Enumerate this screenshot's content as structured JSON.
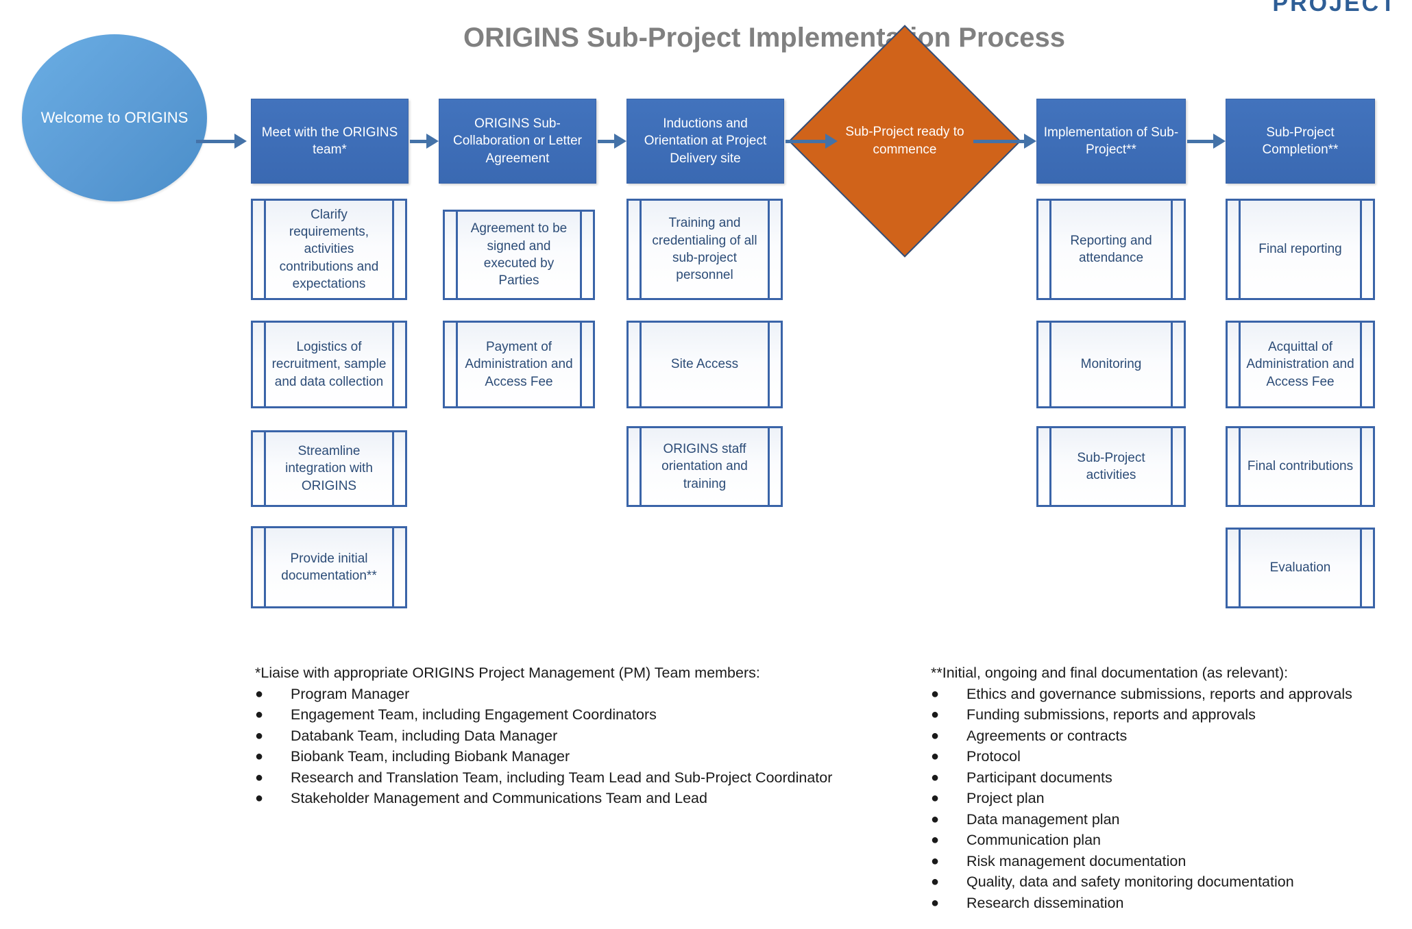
{
  "brand": {
    "logo_text": "PROJECT",
    "logo_color": "#2E5E96"
  },
  "title": "ORIGINS Sub-Project Implementation Process",
  "colors": {
    "stage_fill": "#3f6fba",
    "decision_fill": "#d0631a",
    "start_fill": "#5b9bd5",
    "sub_border": "#3a64a8",
    "arrow": "#4472a8",
    "title_text": "#808080"
  },
  "start_node": {
    "label": "Welcome to ORIGINS",
    "shape": "ellipse"
  },
  "flow": [
    {
      "id": "meet-with-origins-team",
      "shape": "process",
      "label": "Meet with the ORIGINS team*",
      "sub_steps": [
        "Clarify requirements, activities contributions and expectations",
        "Logistics of recruitment, sample and data collection",
        "Streamline integration with ORIGINS",
        "Provide initial documentation**"
      ]
    },
    {
      "id": "sub-collaboration-agreement",
      "shape": "process",
      "label": "ORIGINS Sub-Collaboration or Letter Agreement",
      "sub_steps": [
        "Agreement to be signed and executed by Parties",
        "Payment of Administration and Access Fee"
      ]
    },
    {
      "id": "inductions-and-orientation",
      "shape": "process",
      "label": "Inductions and Orientation at Project Delivery site",
      "sub_steps": [
        "Training and credentialing of all sub-project personnel",
        "Site Access",
        "ORIGINS staff orientation and training"
      ]
    },
    {
      "id": "sub-project-ready",
      "shape": "decision",
      "label": "Sub-Project ready to commence",
      "sub_steps": []
    },
    {
      "id": "implementation-of-sub-project",
      "shape": "process",
      "label": "Implementation of Sub-Project**",
      "sub_steps": [
        "Reporting and attendance",
        "Monitoring",
        "Sub-Project activities"
      ]
    },
    {
      "id": "sub-project-completion",
      "shape": "process",
      "label": "Sub-Project Completion**",
      "sub_steps": [
        "Final reporting",
        "Acquittal of Administration and Access Fee",
        "Final contributions",
        "Evaluation"
      ]
    }
  ],
  "footnotes": [
    {
      "id": "pm-team-members",
      "heading": "*Liaise with appropriate ORIGINS Project Management (PM) Team members:",
      "items": [
        "Program Manager",
        "Engagement Team, including Engagement Coordinators",
        "Databank Team, including Data Manager",
        "Biobank Team, including Biobank Manager",
        "Research and Translation Team, including Team Lead and Sub-Project Coordinator",
        "Stakeholder Management and Communications Team and Lead"
      ]
    },
    {
      "id": "documentation-list",
      "heading": "**Initial, ongoing and final documentation (as relevant):",
      "items": [
        "Ethics and governance submissions, reports and approvals",
        "Funding submissions, reports and approvals",
        "Agreements or contracts",
        "Protocol",
        "Participant documents",
        "Project plan",
        "Data management plan",
        "Communication plan",
        "Risk management documentation",
        "Quality, data and safety monitoring documentation",
        "Research dissemination"
      ]
    }
  ],
  "bullet_glyph": "●"
}
